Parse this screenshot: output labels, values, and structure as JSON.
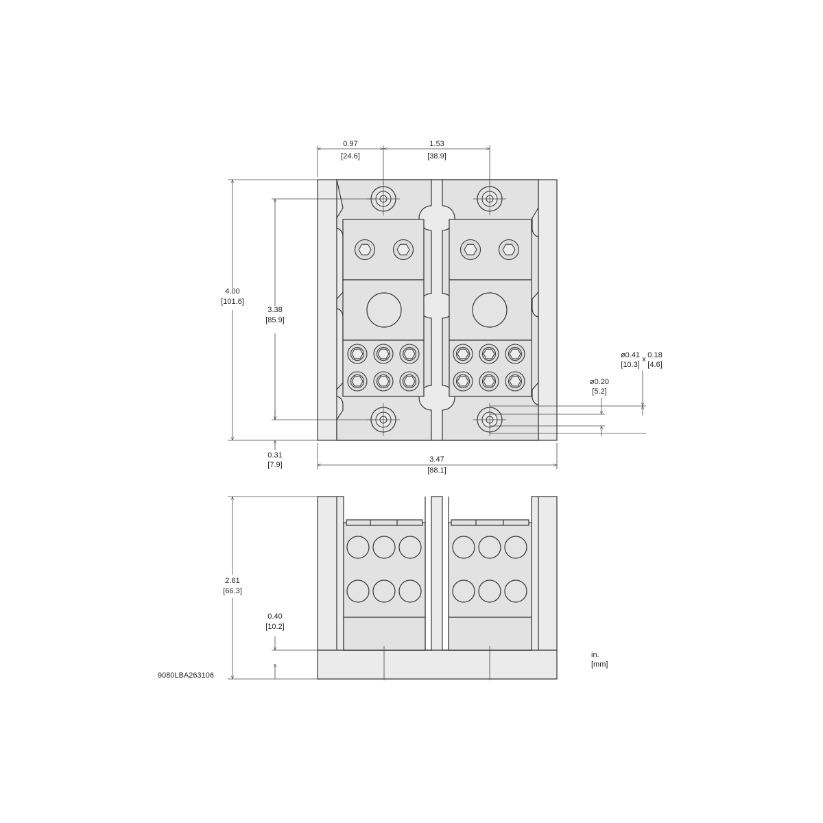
{
  "drawing_id": "9080LBA263106",
  "units": {
    "primary": "in.",
    "secondary": "[mm]"
  },
  "top_view": {
    "dims": {
      "hole_to_edge": {
        "in": "0.97",
        "mm": "[24.6]"
      },
      "hole_spacing": {
        "in": "1.53",
        "mm": "[38.9]"
      },
      "overall_height": {
        "in": "4.00",
        "mm": "[101.6]"
      },
      "hole_to_hole": {
        "in": "3.38",
        "mm": "[85.9]"
      },
      "hole_to_bottom": {
        "in": "0.31",
        "mm": "[7.9]"
      },
      "overall_width": {
        "in": "3.47",
        "mm": "[88.1]"
      },
      "mount_hole_dia": {
        "in": "ø0.20",
        "mm": "[5.2]"
      },
      "counterbore_dia": {
        "in": "ø0.41",
        "mm": "[10.3]"
      },
      "counterbore_depth": {
        "in": "0.18",
        "mm": "[4.6]"
      },
      "times_sign": "x"
    }
  },
  "side_view": {
    "dims": {
      "overall_depth": {
        "in": "2.61",
        "mm": "[66.3]"
      },
      "base_thickness": {
        "in": "0.40",
        "mm": "[10.2]"
      }
    }
  }
}
